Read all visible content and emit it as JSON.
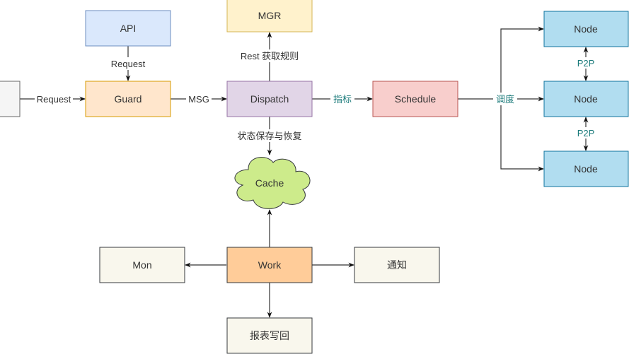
{
  "nodes": {
    "left_stub": {
      "label": "",
      "fill": "#f5f5f5",
      "stroke": "#666666"
    },
    "api": {
      "label": "API",
      "fill": "#dae8fc",
      "stroke": "#6c8ebf"
    },
    "guard": {
      "label": "Guard",
      "fill": "#ffe6cc",
      "stroke": "#d79b00"
    },
    "mgr": {
      "label": "MGR",
      "fill": "#fff2cc",
      "stroke": "#d6b656"
    },
    "dispatch": {
      "label": "Dispatch",
      "fill": "#e1d5e7",
      "stroke": "#9673a6"
    },
    "schedule": {
      "label": "Schedule",
      "fill": "#f8cecc",
      "stroke": "#b85450"
    },
    "node1": {
      "label": "Node",
      "fill": "#b1ddf0",
      "stroke": "#10739e"
    },
    "node2": {
      "label": "Node",
      "fill": "#b1ddf0",
      "stroke": "#10739e"
    },
    "node3": {
      "label": "Node",
      "fill": "#b1ddf0",
      "stroke": "#10739e"
    },
    "cache": {
      "label": "Cache",
      "fill": "#cdeb8b",
      "stroke": "#36393d"
    },
    "work": {
      "label": "Work",
      "fill": "#ffcc99",
      "stroke": "#36393d"
    },
    "mon": {
      "label": "Mon",
      "fill": "#f9f7ed",
      "stroke": "#36393d"
    },
    "notify": {
      "label": "通知",
      "fill": "#f9f7ed",
      "stroke": "#36393d"
    },
    "report": {
      "label": "报表写回",
      "fill": "#f9f7ed",
      "stroke": "#36393d"
    }
  },
  "edges": {
    "stub_guard": {
      "label": "Request",
      "color": "#333333"
    },
    "api_guard": {
      "label": "Request",
      "color": "#333333"
    },
    "guard_dispatch": {
      "label": "MSG",
      "color": "#333333"
    },
    "dispatch_mgr": {
      "label": "Rest 获取规则",
      "color": "#333333"
    },
    "dispatch_schedule": {
      "label": "指标",
      "color": "#1a7a7a"
    },
    "dispatch_cache": {
      "label": "状态保存与恢复",
      "color": "#333333"
    },
    "schedule_nodes": {
      "label": "调度",
      "color": "#1a7a7a"
    },
    "node1_node2": {
      "label": "P2P",
      "color": "#1a7a7a"
    },
    "node2_node3": {
      "label": "P2P",
      "color": "#1a7a7a"
    },
    "work_cache": {
      "label": "",
      "color": "#333333"
    },
    "work_mon": {
      "label": "",
      "color": "#333333"
    },
    "work_notify": {
      "label": "",
      "color": "#333333"
    },
    "work_report": {
      "label": "",
      "color": "#333333"
    }
  }
}
